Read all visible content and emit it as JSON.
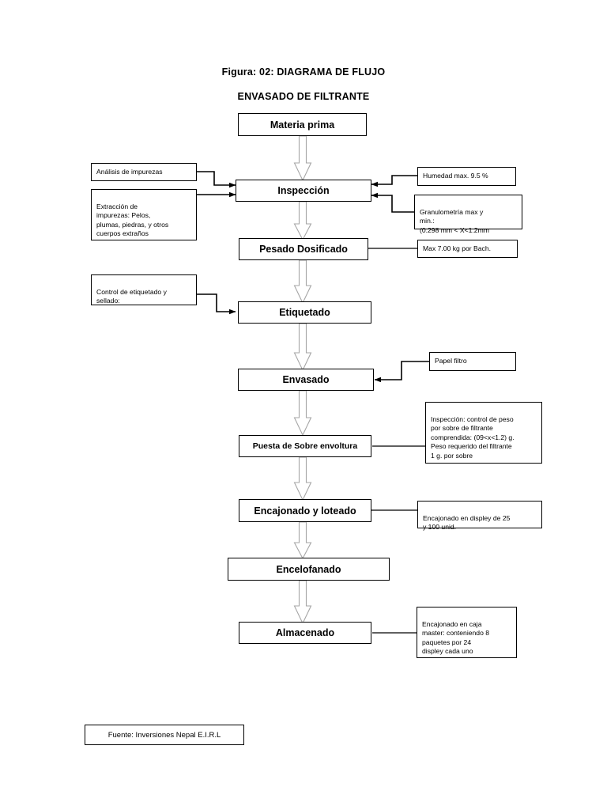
{
  "document": {
    "title_main": "Figura: 02: DIAGRAMA DE FLUJO",
    "title_sub": "ENVASADO DE FILTRANTE",
    "footer": "Fuente: Inversiones Nepal E.I.R.L"
  },
  "colors": {
    "background": "#ffffff",
    "box_border": "#000000",
    "text": "#000000",
    "flow_arrow_outline": "#a6a6a6",
    "annotation_arrow": "#000000"
  },
  "chart_data": {
    "type": "diagram",
    "title": "Figura: 02: DIAGRAMA DE FLUJO — ENVASADO DE FILTRANTE",
    "process_steps": [
      "Materia prima",
      "Inspección",
      "Pesado Dosificado",
      "Etiquetado",
      "Envasado",
      "Puesta de Sobre envoltura",
      "Encajonado y loteado",
      "Encelofanado",
      "Almacenado"
    ],
    "annotations": [
      {
        "text": "Análisis de  impurezas",
        "attached_to": "Inspección",
        "side": "left"
      },
      {
        "text": "Extracción de\nimpurezas: Pelos,\nplumas, piedras, y otros\ncuerpos extraños",
        "attached_to": "Inspección",
        "side": "left"
      },
      {
        "text": "Humedad max. 9.5 %",
        "attached_to": "Inspección",
        "side": "right"
      },
      {
        "text": "Granulometría max y\nmin.:\n(0.298 mm < X<1.2mm",
        "attached_to": "Inspección",
        "side": "right"
      },
      {
        "text": "Max 7.00 kg por Bach.",
        "attached_to": "Pesado Dosificado",
        "side": "right"
      },
      {
        "text": "Control de etiquetado y\nsellado:",
        "attached_to": "Etiquetado",
        "side": "left"
      },
      {
        "text": "Papel filtro",
        "attached_to": "Envasado",
        "side": "right"
      },
      {
        "text": "Inspección: control de peso\npor sobre de filtrante\ncomprendida: (09<x<1.2) g.\nPeso requerido del filtrante\n1 g. por sobre",
        "attached_to": "Puesta de Sobre envoltura",
        "side": "right"
      },
      {
        "text": "Encajonado en displey de 25\ny 100 unid.",
        "attached_to": "Encajonado y loteado",
        "side": "right"
      },
      {
        "text": "Encajonado en caja\nmaster: conteniendo 8\npaquetes  por 24\ndispley  cada uno",
        "attached_to": "Almacenado",
        "side": "right"
      }
    ]
  },
  "process": {
    "materia_prima": "Materia prima",
    "inspeccion": "Inspección",
    "pesado_dosificado": "Pesado Dosificado",
    "etiquetado": "Etiquetado",
    "envasado": "Envasado",
    "puesta_sobre_envoltura": "Puesta de Sobre envoltura",
    "encajonado_loteado": "Encajonado y loteado",
    "encelofanado": "Encelofanado",
    "almacenado": "Almacenado"
  },
  "notes": {
    "analisis_impurezas": "Análisis de  impurezas",
    "extraccion_impurezas": "Extracción de\nimpurezas: Pelos,\nplumas, piedras, y otros\ncuerpos extraños",
    "humedad": "Humedad max. 9.5 %",
    "granulometria": "Granulometría max y\nmin.:\n(0.298 mm < X<1.2mm",
    "max_kg": "Max 7.00 kg por Bach.",
    "control_etiquetado": "Control de etiquetado y\nsellado:",
    "papel_filtro": "Papel filtro",
    "inspeccion_peso": "Inspección: control de peso\npor sobre de filtrante\ncomprendida: (09<x<1.2) g.\nPeso requerido del filtrante\n1 g. por sobre",
    "encajonado_displey": "Encajonado en displey de 25\ny 100 unid.",
    "encajonado_caja_master": "Encajonado en caja\nmaster: conteniendo 8\npaquetes  por 24\ndispley  cada uno"
  }
}
